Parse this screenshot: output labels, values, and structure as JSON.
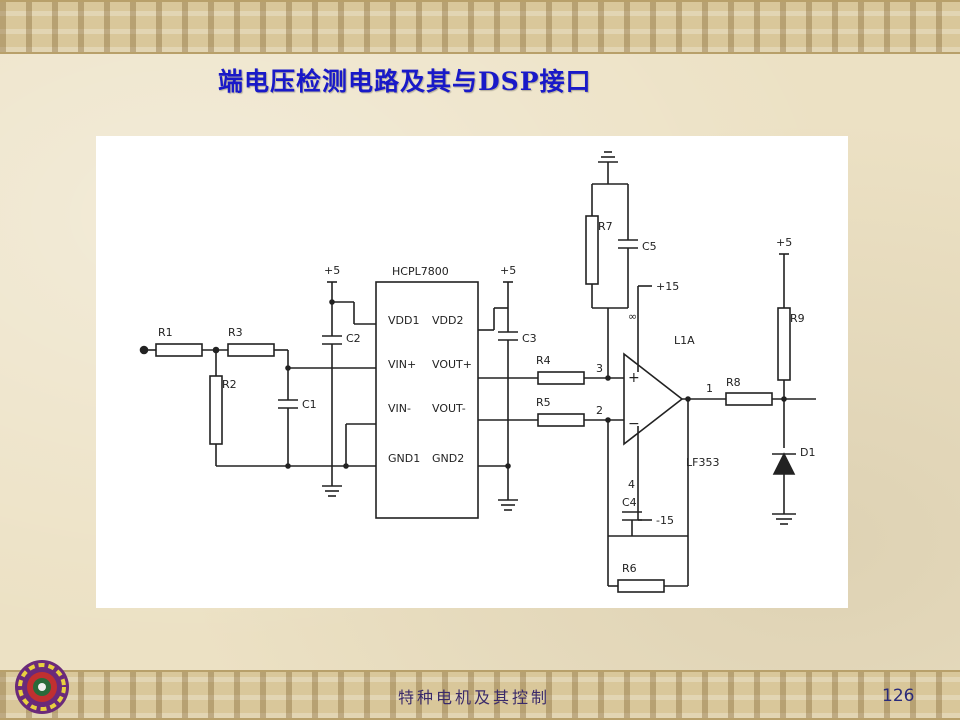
{
  "slide": {
    "title": "端电压检测电路及其与DSP接口",
    "footer": "特种电机及其控制",
    "page_number": "126"
  },
  "diagram": {
    "ic_name": "HCPL7800",
    "ic_pins": {
      "vdd1": "VDD1",
      "vdd2": "VDD2",
      "vin_plus": "VIN+",
      "vout_plus": "VOUT+",
      "vin_minus": "VIN-",
      "vout_minus": "VOUT-",
      "gnd1": "GND1",
      "gnd2": "GND2"
    },
    "supply": {
      "plus5_a": "+5",
      "plus5_b": "+5",
      "plus5_c": "+5",
      "plus15": "+15",
      "minus15": "-15",
      "infinity": "∞"
    },
    "resistors": {
      "r1": "R1",
      "r2": "R2",
      "r3": "R3",
      "r4": "R4",
      "r5": "R5",
      "r6": "R6",
      "r7": "R7",
      "r8": "R8",
      "r9": "R9"
    },
    "capacitors": {
      "c1": "C1",
      "c2": "C2",
      "c3": "C3",
      "c4": "C4",
      "c5": "C5"
    },
    "opamp": {
      "name": "L1A",
      "part": "LF353",
      "pin_plus": "3",
      "pin_minus": "2",
      "pin_out": "1",
      "pin_4": "4",
      "sign_plus": "+",
      "sign_minus": "−"
    },
    "diode": "D1"
  },
  "colors": {
    "title": "#1919c8",
    "footer": "#3a2a6a",
    "border": "#d9c79a"
  }
}
